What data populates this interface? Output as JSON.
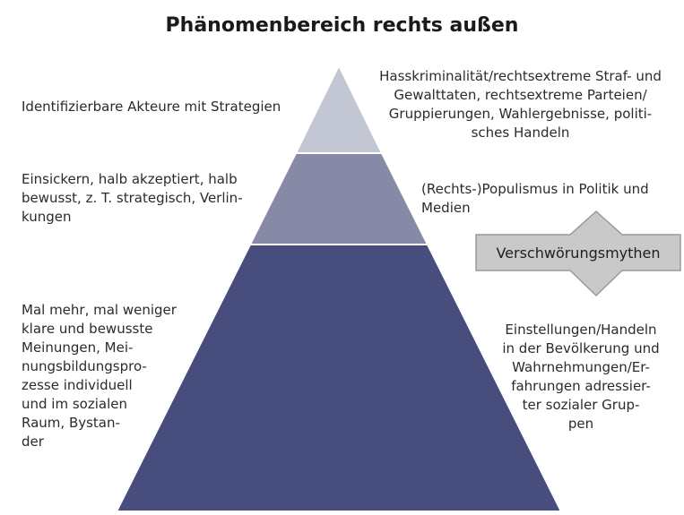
{
  "title": "Phänomenbereich rechts außen",
  "colors": {
    "top_tier": "#c3c6d3",
    "middle_tier": "#868aa6",
    "bottom_tier": "#474d7d",
    "arrow_fill": "#c9c9c9",
    "arrow_stroke": "#9a9a9a"
  },
  "left_labels": {
    "top": "Identifizierbare Akteure mit Strategien",
    "middle": "Einsickern, halb akzeptiert, halb\nbewusst, z. T. strategisch, Verlin-\nkungen",
    "bottom": "Mal mehr, mal weniger\nklare und bewusste\nMeinungen, Mei-\nnungsbildungspro-\nzesse individuell\nund im sozialen\nRaum, Bystan-\nder"
  },
  "right_labels": {
    "top": "Hasskriminalität/rechtsextreme Straf- und\nGewalttaten, rechtsextreme Parteien/\nGruppierungen, Wahlergebnisse, politi-\nsches Handeln",
    "middle": "(Rechts-)Populismus in Politik und\nMedien",
    "bottom": "Einstellungen/Handeln\nin der Bevölkerung und\nWahrnehmungen/Er-\nfahrungen adressier-\nter sozialer Grup-\npen"
  },
  "arrow_label": "Verschwörungsmythen"
}
